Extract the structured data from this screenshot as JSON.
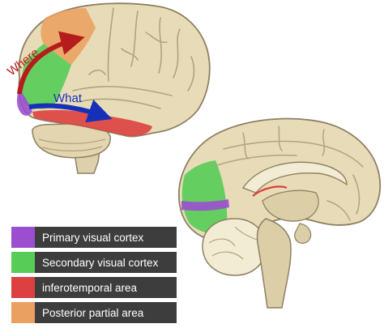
{
  "labels": {
    "where": "Where",
    "what": "What"
  },
  "legend": [
    {
      "label": "Primary visual cortex",
      "color": "#9b4fd0"
    },
    {
      "label": "Secondary visual cortex",
      "color": "#57cc57"
    },
    {
      "label": "inferotemporal area",
      "color": "#dd4040"
    },
    {
      "label": "Posterior partial area",
      "color": "#e9a060"
    }
  ],
  "colors": {
    "brain": "#e8dcb8",
    "brain_outline": "#8e7f62",
    "sulcus": "#b3a27e",
    "where_arrow": "#b71c1c",
    "what_arrow": "#1631b8"
  }
}
